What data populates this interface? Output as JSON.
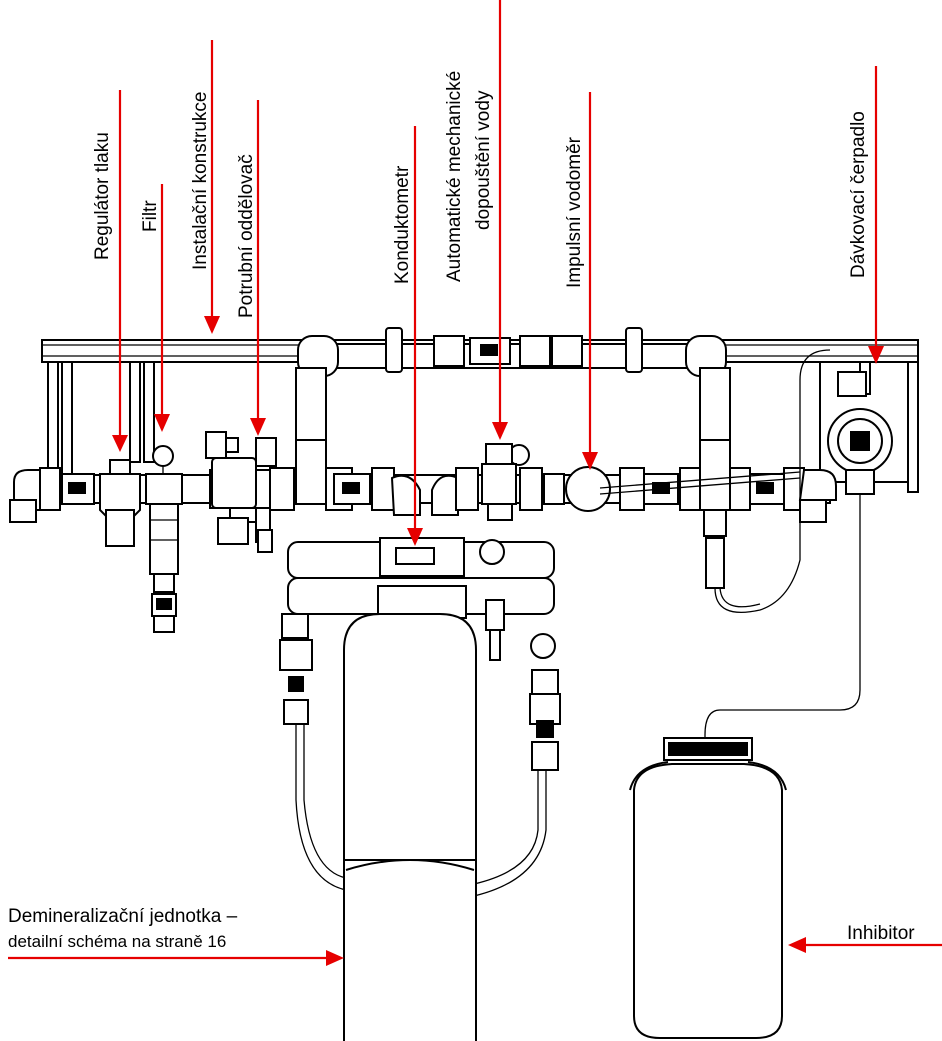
{
  "colors": {
    "callout": "#e60000",
    "line": "#000000",
    "background": "#ffffff"
  },
  "labels": {
    "regulator": "Regulátor tlaku",
    "filter": "Filtr",
    "mounting_frame": "Instalační konstrukce",
    "separator": "Potrubní oddělovač",
    "conductivity_meter": "Konduktometr",
    "auto_fill_line1": "Automatické mechanické",
    "auto_fill_line2": "dopouštění vody",
    "pulse_meter": "Impulsní vodoměr",
    "dosing_pump": "Dávkovací čerpadlo",
    "demin_line1": "Demineralizační jednotka –",
    "demin_line2": "detailní schéma na straně 16",
    "inhibitor": "Inhibitor"
  }
}
